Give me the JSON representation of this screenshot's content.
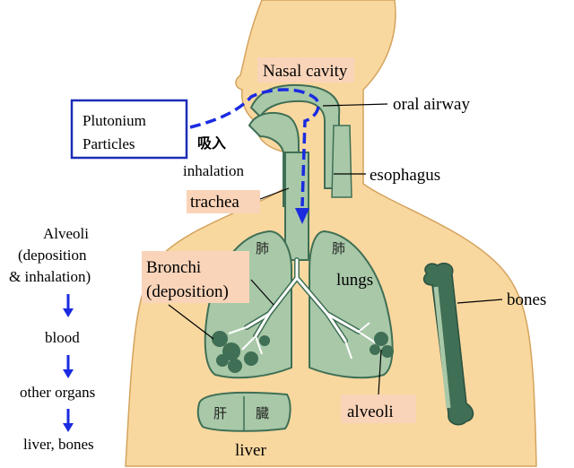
{
  "labels": {
    "nasal_cavity": "Nasal cavity",
    "oral_airway": "oral airway",
    "plutonium_line1": "Plutonium",
    "plutonium_line2": "Particles",
    "inhale_jp": "吸入",
    "inhalation": "inhalation",
    "esophagus": "esophagus",
    "trachea": "trachea",
    "bronchi_line1": "Bronchi",
    "bronchi_line2": "(deposition)",
    "lungs": "lungs",
    "lung_jp_left": "肺",
    "lung_jp_right": "肺",
    "bones": "bones",
    "alveoli": "alveoli",
    "liver": "liver",
    "liver_jp_1": "肝",
    "liver_jp_2": "臓"
  },
  "pathway": {
    "step1_line1": "Alveoli",
    "step1_line2": "(deposition",
    "step1_line3": "& inhalation)",
    "step2": "blood",
    "step3": "other organs",
    "step4": "liver, bones"
  },
  "colors": {
    "skin": "#f9d8a0",
    "skin_outline": "#d4a35c",
    "organ_fill": "#a8c8a8",
    "organ_dark": "#3f6f55",
    "label_bg": "#f9d4b9",
    "arrow_blue": "#1a2be0",
    "box_border": "#1c2db8"
  }
}
